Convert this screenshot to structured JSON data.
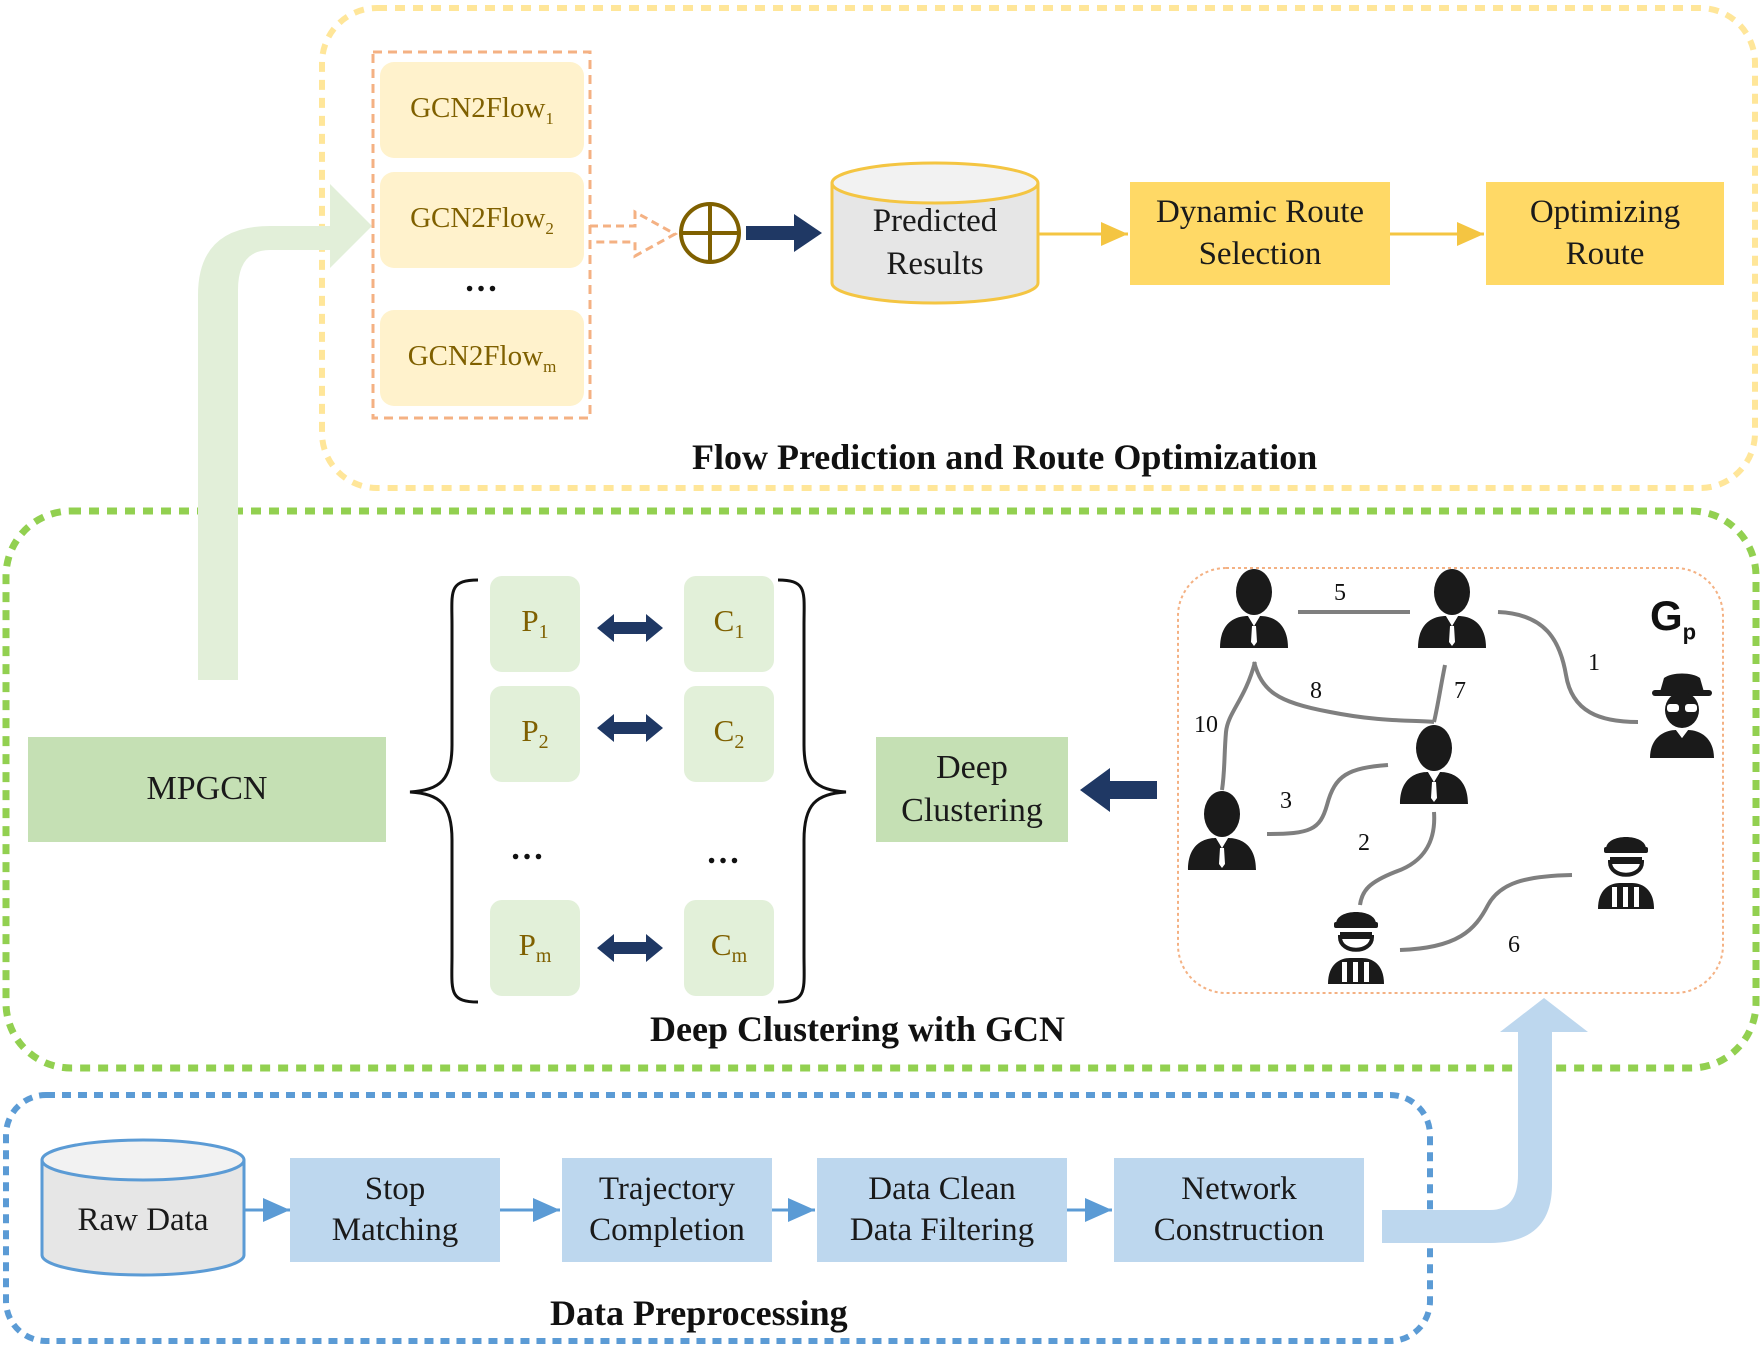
{
  "sections": {
    "flow": {
      "title": "Flow Prediction and Route Optimization"
    },
    "clustering": {
      "title": "Deep Clustering with GCN"
    },
    "preprocessing": {
      "title": "Data Preprocessing"
    }
  },
  "flow": {
    "gcn_models": [
      {
        "base": "GCN2Flow",
        "sub": "1"
      },
      {
        "base": "GCN2Flow",
        "sub": "2"
      },
      {
        "base": "GCN2Flow",
        "sub": "m"
      }
    ],
    "gcn_ellipsis": "…",
    "sum_symbol": "⊕",
    "predicted": "Predicted\nResults",
    "dynamic": "Dynamic Route\nSelection",
    "optimizing": "Optimizing\nRoute"
  },
  "clustering": {
    "mpgcn": "MPGCN",
    "deep": "Deep\nClustering",
    "pairs": [
      {
        "p": "P",
        "p_sub": "1",
        "c": "C",
        "c_sub": "1"
      },
      {
        "p": "P",
        "p_sub": "2",
        "c": "C",
        "c_sub": "2"
      },
      {
        "p": "P",
        "p_sub": "m",
        "c": "C",
        "c_sub": "m"
      }
    ],
    "ellipsis": "…",
    "graph": {
      "label": "G",
      "label_sub": "p",
      "edge_weights": [
        "5",
        "1",
        "10",
        "8",
        "7",
        "3",
        "2",
        "6"
      ]
    }
  },
  "preprocessing": {
    "raw": "Raw Data",
    "steps": [
      "Stop\nMatching",
      "Trajectory\nCompletion",
      "Data Clean\nData Filtering",
      "Network\nConstruction"
    ]
  },
  "colors": {
    "yellow_box": "#ffd966",
    "yellow_border": "#ffe699",
    "green_border": "#92d050",
    "blue_border": "#5b9bd5",
    "navy_arrow": "#1f3864",
    "text_brown": "#7f6000"
  }
}
